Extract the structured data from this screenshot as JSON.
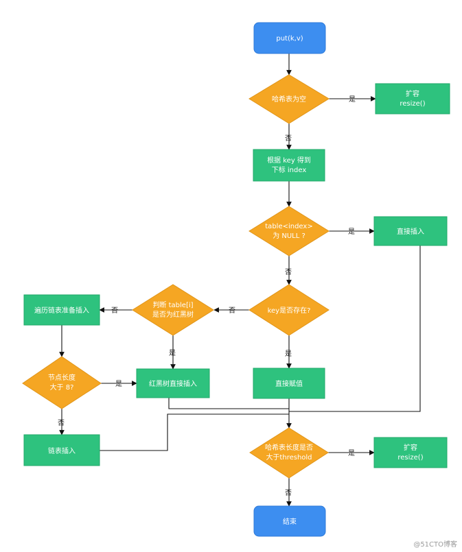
{
  "diagram": {
    "nodes": {
      "start": [
        "put(k,v)"
      ],
      "hash_empty": [
        "哈希表为空"
      ],
      "resize_top": [
        "扩容",
        "resize()"
      ],
      "get_index": [
        "根据 key 得到",
        "下标 index"
      ],
      "table_null": [
        "table<index>",
        "为 NULL ?"
      ],
      "direct_insert": [
        "直接插入"
      ],
      "key_exists": [
        "key是否存在?"
      ],
      "is_tree": [
        "判断 table[i]",
        "是否为红黑树"
      ],
      "traverse_list": [
        "遍历链表准备插入"
      ],
      "node_len": [
        "节点长度",
        "大于 8?"
      ],
      "tree_insert": [
        "红黑树直接插入"
      ],
      "assign": [
        "直接赋值"
      ],
      "list_insert": [
        "链表插入"
      ],
      "threshold": [
        "哈希表长度是否",
        "大于threshold"
      ],
      "resize_bottom": [
        "扩容",
        "resize()"
      ],
      "end": [
        "结束"
      ]
    },
    "edge_labels": {
      "yes": "是",
      "no": "否"
    }
  },
  "watermark": "@51CTO博客"
}
